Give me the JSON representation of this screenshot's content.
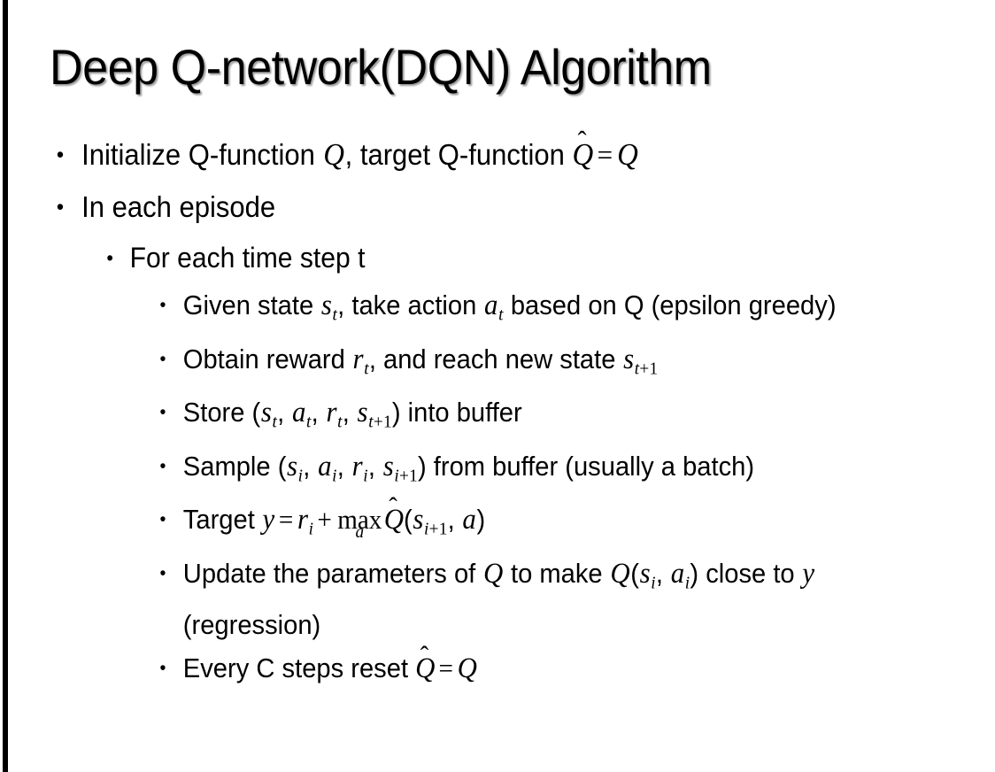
{
  "slide": {
    "title": "Deep Q-network(DQN) Algorithm",
    "accent_bar_color": "#000000",
    "background_color": "#ffffff",
    "text_color": "#000000",
    "bullets": [
      {
        "level": 1,
        "marker": "•",
        "text": "Initialize Q-function Q, target Q-function Q̂ = Q",
        "segments": [
          {
            "kind": "text",
            "value": "Initialize Q-function "
          },
          {
            "kind": "math-italic",
            "value": "Q"
          },
          {
            "kind": "text",
            "value": ", target Q-function "
          },
          {
            "kind": "math-hat",
            "value": "Q",
            "accent": "̂"
          },
          {
            "kind": "math-op",
            "value": "="
          },
          {
            "kind": "math-italic",
            "value": "Q"
          }
        ]
      },
      {
        "level": 1,
        "marker": "•",
        "text": "In each episode",
        "segments": [
          {
            "kind": "text",
            "value": "In each episode"
          }
        ]
      },
      {
        "level": 2,
        "marker": "•",
        "text": "For each time step t",
        "segments": [
          {
            "kind": "text",
            "value": "For each time step t"
          }
        ]
      },
      {
        "level": 3,
        "marker": "•",
        "text": "Given state s_t, take action a_t based on Q (epsilon greedy)",
        "segments": [
          {
            "kind": "text",
            "value": "Given state "
          },
          {
            "kind": "math-sub",
            "base": "s",
            "sub": "t"
          },
          {
            "kind": "text",
            "value": ", take action "
          },
          {
            "kind": "math-sub",
            "base": "a",
            "sub": "t"
          },
          {
            "kind": "text",
            "value": " based on Q (epsilon greedy)"
          }
        ]
      },
      {
        "level": 3,
        "marker": "•",
        "text": "Obtain reward r_t, and reach new state s_t+1",
        "segments": [
          {
            "kind": "text",
            "value": "Obtain reward "
          },
          {
            "kind": "math-sub",
            "base": "r",
            "sub": "t"
          },
          {
            "kind": "text",
            "value": ", and reach new state "
          },
          {
            "kind": "math-sub",
            "base": "s",
            "sub": "t+1"
          }
        ]
      },
      {
        "level": 3,
        "marker": "•",
        "text": "Store (s_t, a_t, r_t, s_t+1) into buffer",
        "segments": [
          {
            "kind": "text",
            "value": "Store ("
          },
          {
            "kind": "math-sub",
            "base": "s",
            "sub": "t"
          },
          {
            "kind": "text",
            "value": ", "
          },
          {
            "kind": "math-sub",
            "base": "a",
            "sub": "t"
          },
          {
            "kind": "text",
            "value": ", "
          },
          {
            "kind": "math-sub",
            "base": "r",
            "sub": "t"
          },
          {
            "kind": "text",
            "value": ", "
          },
          {
            "kind": "math-sub",
            "base": "s",
            "sub": "t+1"
          },
          {
            "kind": "text",
            "value": ") into buffer"
          }
        ]
      },
      {
        "level": 3,
        "marker": "•",
        "text": "Sample (s_i, a_i, r_i, s_i+1) from buffer (usually a batch)",
        "segments": [
          {
            "kind": "text",
            "value": "Sample ("
          },
          {
            "kind": "math-sub",
            "base": "s",
            "sub": "i"
          },
          {
            "kind": "text",
            "value": ", "
          },
          {
            "kind": "math-sub",
            "base": "a",
            "sub": "i"
          },
          {
            "kind": "text",
            "value": ", "
          },
          {
            "kind": "math-sub",
            "base": "r",
            "sub": "i"
          },
          {
            "kind": "text",
            "value": ", "
          },
          {
            "kind": "math-sub",
            "base": "s",
            "sub": "i+1"
          },
          {
            "kind": "text",
            "value": ") from buffer (usually a batch)"
          }
        ]
      },
      {
        "level": 3,
        "marker": "•",
        "text": "Target y = r_i + max_a Q̂(s_i+1, a)",
        "segments": [
          {
            "kind": "text",
            "value": "Target "
          },
          {
            "kind": "math-italic",
            "value": "y"
          },
          {
            "kind": "math-op",
            "value": "="
          },
          {
            "kind": "math-sub",
            "base": "r",
            "sub": "i"
          },
          {
            "kind": "math-op",
            "value": "+"
          },
          {
            "kind": "math-underset",
            "op": "max",
            "under": "a"
          },
          {
            "kind": "math-hat",
            "value": "Q",
            "accent": "̂"
          },
          {
            "kind": "text",
            "value": "("
          },
          {
            "kind": "math-sub",
            "base": "s",
            "sub": "i+1"
          },
          {
            "kind": "text",
            "value": ", "
          },
          {
            "kind": "math-italic",
            "value": "a"
          },
          {
            "kind": "text",
            "value": ")"
          }
        ]
      },
      {
        "level": 3,
        "marker": "•",
        "text": "Update the parameters of Q to make Q(s_i, a_i) close to y (regression)",
        "segments": [
          {
            "kind": "text",
            "value": "Update the parameters of "
          },
          {
            "kind": "math-italic",
            "value": "Q"
          },
          {
            "kind": "text",
            "value": " to make "
          },
          {
            "kind": "math-italic",
            "value": "Q"
          },
          {
            "kind": "text",
            "value": "("
          },
          {
            "kind": "math-sub",
            "base": "s",
            "sub": "i"
          },
          {
            "kind": "text",
            "value": ", "
          },
          {
            "kind": "math-sub",
            "base": "a",
            "sub": "i"
          },
          {
            "kind": "text",
            "value": ") close to "
          },
          {
            "kind": "math-italic",
            "value": "y"
          },
          {
            "kind": "text",
            "value": " (regression)"
          }
        ]
      },
      {
        "level": 3,
        "marker": "•",
        "text": "Every C steps reset Q̂ = Q",
        "segments": [
          {
            "kind": "text",
            "value": "Every C steps reset "
          },
          {
            "kind": "math-hat",
            "value": "Q",
            "accent": "̂"
          },
          {
            "kind": "math-op",
            "value": "="
          },
          {
            "kind": "math-italic",
            "value": "Q"
          }
        ]
      }
    ]
  }
}
